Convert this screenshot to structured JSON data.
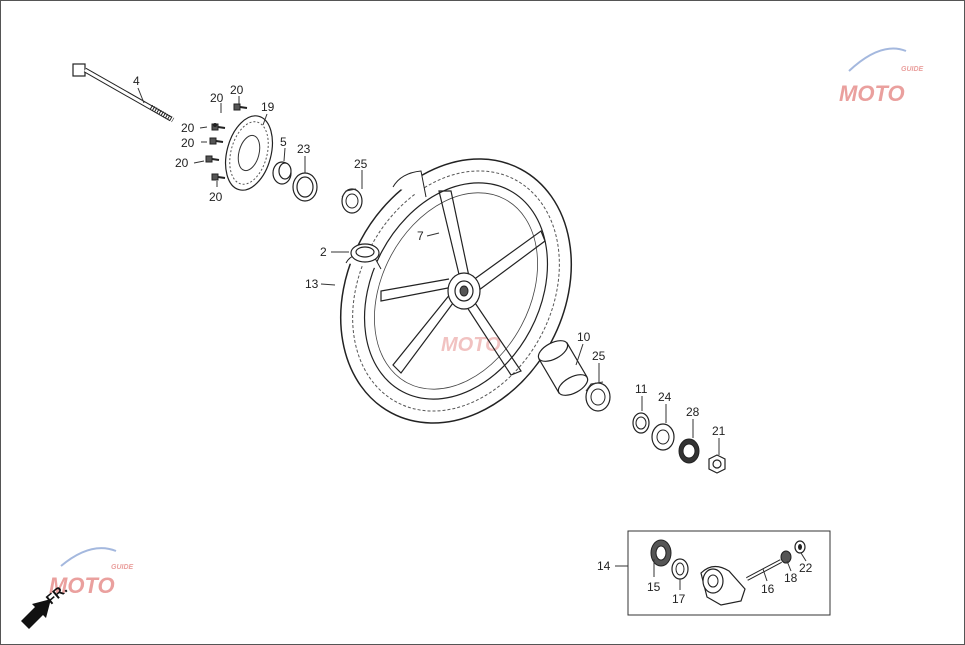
{
  "watermark": {
    "brand": "MOTO",
    "sub": "GUIDE",
    "color_red": "#d9534f",
    "color_blue": "#5b7fc4"
  },
  "direction": {
    "label": "FR."
  },
  "callouts": {
    "c4": "4",
    "c20a": "20",
    "c20b": "20",
    "c20c": "20",
    "c20d": "20",
    "c20e": "20",
    "c20f": "20",
    "c19": "19",
    "c5": "5",
    "c23": "23",
    "c25a": "25",
    "c2": "2",
    "c7": "7",
    "c13": "13",
    "c10": "10",
    "c25b": "25",
    "c11": "11",
    "c24": "24",
    "c28": "28",
    "c21": "21",
    "c14": "14",
    "c15": "15",
    "c17": "17",
    "c16": "16",
    "c18": "18",
    "c22": "22"
  }
}
